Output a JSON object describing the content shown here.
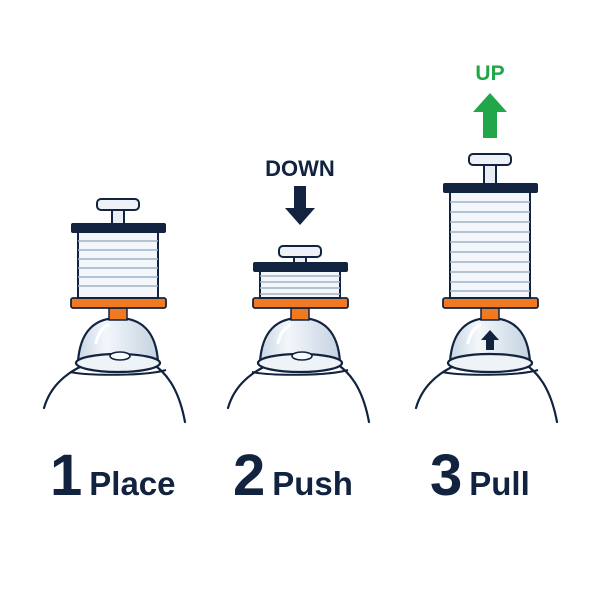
{
  "colors": {
    "navy": "#12233f",
    "orange": "#f07a22",
    "green": "#22a64a",
    "bellows": "#f3f6fa",
    "cup": "#dde7f1"
  },
  "steps": [
    {
      "number": "1",
      "label": "Place",
      "state": "extended"
    },
    {
      "number": "2",
      "label": "Push",
      "state": "compressed",
      "callout": "DOWN",
      "callout_icon": "arrow-down-icon"
    },
    {
      "number": "3",
      "label": "Pull",
      "state": "extended",
      "callout": "UP",
      "callout_icon": "arrow-up-icon",
      "inner_icon": "small-arrow-up-icon"
    }
  ]
}
